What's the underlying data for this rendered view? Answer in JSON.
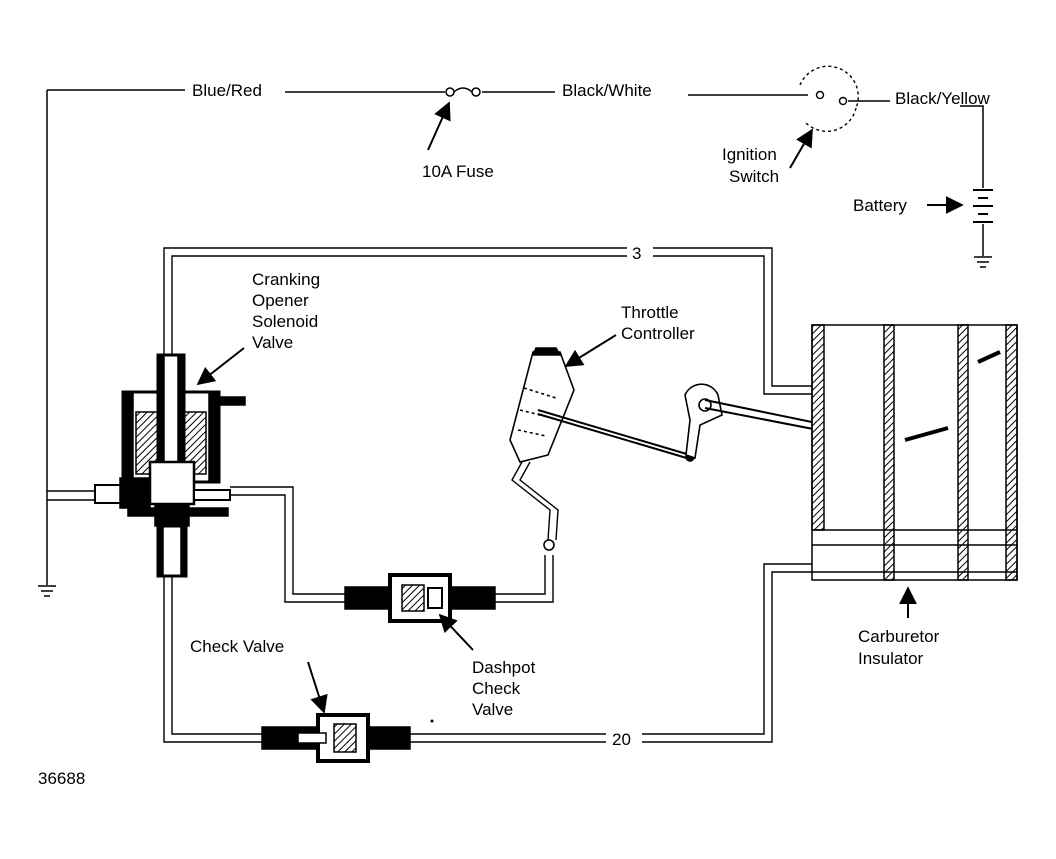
{
  "wires": {
    "blue_red": "Blue/Red",
    "black_white": "Black/White",
    "black_yellow": "Black/Yellow"
  },
  "components": {
    "fuse": "10A Fuse",
    "ignition_switch": [
      "Ignition",
      "Switch"
    ],
    "battery": "Battery",
    "solenoid": [
      "Cranking",
      "Opener",
      "Solenoid",
      "Valve"
    ],
    "throttle_controller": [
      "Throttle",
      "Controller"
    ],
    "dashpot_check_valve": [
      "Dashpot",
      "Check",
      "Valve"
    ],
    "check_valve": "Check Valve",
    "carburetor_insulator": [
      "Carburetor",
      "Insulator"
    ]
  },
  "hose_numbers": {
    "top": "3",
    "bottom": "20"
  },
  "figure_id": "36688"
}
